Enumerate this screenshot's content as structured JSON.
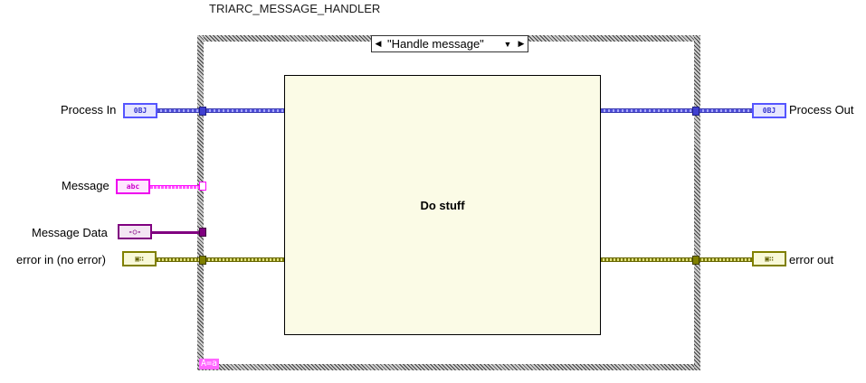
{
  "structure": {
    "name": "TRIARC_MESSAGE_HANDLER",
    "case_label": "\"Handle message\"",
    "subdiagram_label": "A=a"
  },
  "inner": {
    "text": "Do stuff"
  },
  "inputs": [
    {
      "label": "Process In",
      "glyph": "0BJ",
      "type": "object"
    },
    {
      "label": "Message",
      "glyph": "abc",
      "type": "string"
    },
    {
      "label": "Message Data",
      "glyph": "‐○‐",
      "type": "variant"
    },
    {
      "label": "error in (no error)",
      "glyph": "▣∷",
      "type": "error"
    }
  ],
  "outputs": [
    {
      "label": "Process Out",
      "glyph": "0BJ",
      "type": "object"
    },
    {
      "label": "error out",
      "glyph": "▣∷",
      "type": "error"
    }
  ],
  "icons": {
    "selector_left": "triangle-left-icon",
    "selector_right": "triangle-right-icon",
    "selector_dropdown": "triangle-down-icon"
  },
  "colors": {
    "object_wire": "#5050d8",
    "string_wire": "#ff00ff",
    "variant_wire": "#800080",
    "error_wire": "#808000",
    "inner_fill": "#fbfbe6"
  }
}
